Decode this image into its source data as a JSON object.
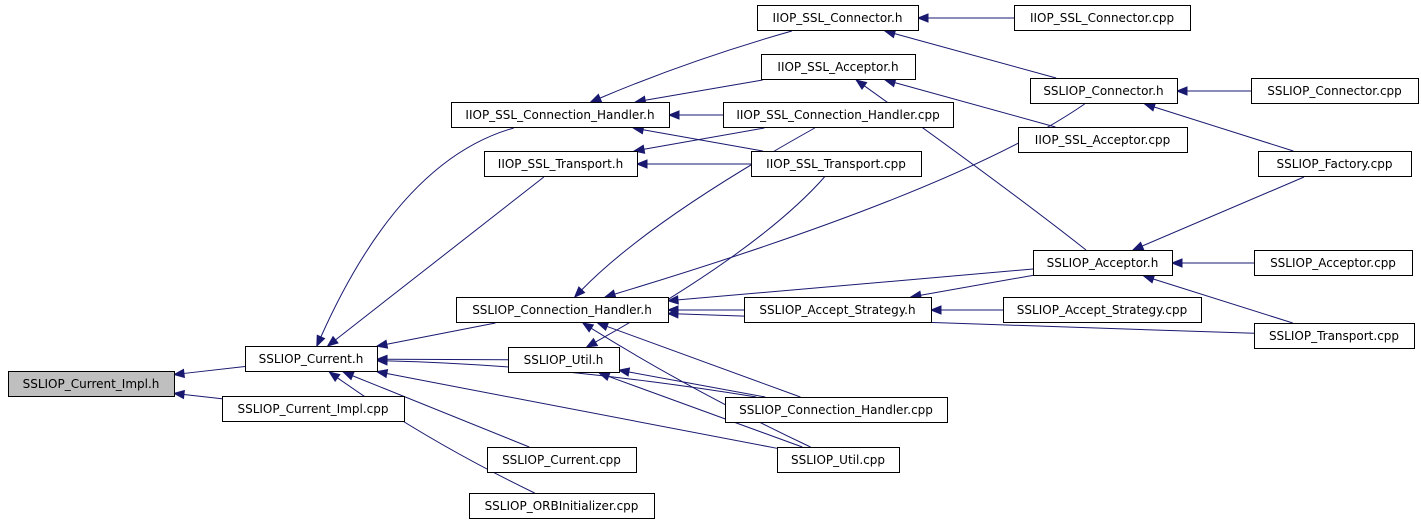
{
  "nodes": [
    {
      "id": "n0",
      "label": "SSLIOP_Current_Impl.h",
      "root": true
    },
    {
      "id": "n1",
      "label": "SSLIOP_Current.h"
    },
    {
      "id": "n2",
      "label": "SSLIOP_Current_Impl.cpp"
    },
    {
      "id": "n3",
      "label": "IIOP_SSL_Connection_Handler.h"
    },
    {
      "id": "n4",
      "label": "IIOP_SSL_Transport.h"
    },
    {
      "id": "n5",
      "label": "SSLIOP_Connection_Handler.h"
    },
    {
      "id": "n6",
      "label": "SSLIOP_Util.h"
    },
    {
      "id": "n7",
      "label": "SSLIOP_Current.cpp"
    },
    {
      "id": "n8",
      "label": "SSLIOP_ORBInitializer.cpp"
    },
    {
      "id": "n9",
      "label": "IIOP_SSL_Connector.h"
    },
    {
      "id": "n10",
      "label": "IIOP_SSL_Acceptor.h"
    },
    {
      "id": "n11",
      "label": "IIOP_SSL_Connection_Handler.cpp"
    },
    {
      "id": "n12",
      "label": "IIOP_SSL_Transport.cpp"
    },
    {
      "id": "n13",
      "label": "SSLIOP_Accept_Strategy.h"
    },
    {
      "id": "n14",
      "label": "SSLIOP_Connection_Handler.cpp"
    },
    {
      "id": "n15",
      "label": "SSLIOP_Util.cpp"
    },
    {
      "id": "n16",
      "label": "IIOP_SSL_Connector.cpp"
    },
    {
      "id": "n17",
      "label": "SSLIOP_Connector.h"
    },
    {
      "id": "n18",
      "label": "IIOP_SSL_Acceptor.cpp"
    },
    {
      "id": "n19",
      "label": "SSLIOP_Acceptor.h"
    },
    {
      "id": "n20",
      "label": "SSLIOP_Accept_Strategy.cpp"
    },
    {
      "id": "n21",
      "label": "SSLIOP_Connector.cpp"
    },
    {
      "id": "n22",
      "label": "SSLIOP_Factory.cpp"
    },
    {
      "id": "n23",
      "label": "SSLIOP_Acceptor.cpp"
    },
    {
      "id": "n24",
      "label": "SSLIOP_Transport.cpp"
    }
  ],
  "edges": [
    {
      "from": "n1",
      "to": "n0"
    },
    {
      "from": "n2",
      "to": "n0"
    },
    {
      "from": "n3",
      "to": "n1"
    },
    {
      "from": "n4",
      "to": "n1"
    },
    {
      "from": "n5",
      "to": "n1"
    },
    {
      "from": "n6",
      "to": "n1"
    },
    {
      "from": "n7",
      "to": "n1"
    },
    {
      "from": "n8",
      "to": "n1"
    },
    {
      "from": "n14",
      "to": "n1"
    },
    {
      "from": "n15",
      "to": "n1"
    },
    {
      "from": "n9",
      "to": "n3"
    },
    {
      "from": "n10",
      "to": "n3"
    },
    {
      "from": "n11",
      "to": "n3"
    },
    {
      "from": "n12",
      "to": "n3"
    },
    {
      "from": "n11",
      "to": "n4"
    },
    {
      "from": "n12",
      "to": "n4"
    },
    {
      "from": "n16",
      "to": "n9"
    },
    {
      "from": "n17",
      "to": "n9"
    },
    {
      "from": "n18",
      "to": "n10"
    },
    {
      "from": "n19",
      "to": "n10"
    },
    {
      "from": "n17",
      "to": "n5"
    },
    {
      "from": "n19",
      "to": "n5"
    },
    {
      "from": "n11",
      "to": "n5"
    },
    {
      "from": "n13",
      "to": "n5"
    },
    {
      "from": "n14",
      "to": "n5"
    },
    {
      "from": "n15",
      "to": "n5"
    },
    {
      "from": "n24",
      "to": "n5"
    },
    {
      "from": "n12",
      "to": "n6"
    },
    {
      "from": "n14",
      "to": "n6"
    },
    {
      "from": "n15",
      "to": "n6"
    },
    {
      "from": "n19",
      "to": "n13"
    },
    {
      "from": "n20",
      "to": "n13"
    },
    {
      "from": "n21",
      "to": "n17"
    },
    {
      "from": "n22",
      "to": "n17"
    },
    {
      "from": "n22",
      "to": "n19"
    },
    {
      "from": "n23",
      "to": "n19"
    },
    {
      "from": "n24",
      "to": "n19"
    }
  ],
  "colors": {
    "edge": "#191970",
    "node_border": "#000000",
    "root_fill": "#bfbfbf",
    "node_fill": "#ffffff"
  }
}
